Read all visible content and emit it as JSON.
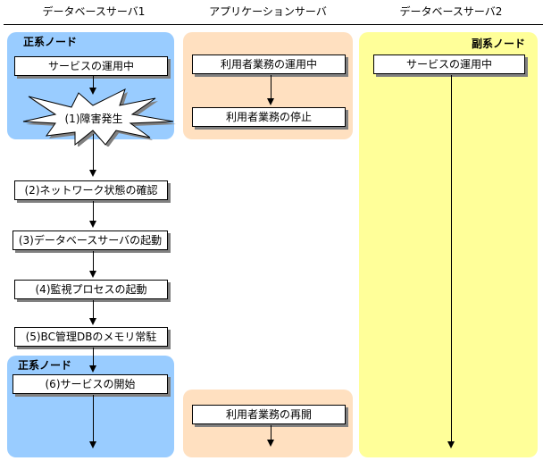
{
  "columns": [
    {
      "title": "データベースサーバ1"
    },
    {
      "title": "アプリケーションサーバ"
    },
    {
      "title": "データベースサーバ2"
    }
  ],
  "db1": {
    "primary_label_top": "正系ノード",
    "primary_label_bottom": "正系ノード",
    "steps": [
      "サービスの運用中",
      "(1)障害発生",
      "(2)ネットワーク状態の確認",
      "(3)データベースサーバの起動",
      "(4)監視プロセスの起動",
      "(5)BC管理DBのメモリ常駐",
      "(6)サービスの開始"
    ]
  },
  "app": {
    "steps": [
      "利用者業務の運用中",
      "利用者業務の停止",
      "利用者業務の再開"
    ]
  },
  "db2": {
    "secondary_label": "副系ノード",
    "steps": [
      "サービスの運用中"
    ]
  },
  "colors": {
    "primary_node": "#99ccff",
    "app_server": "#ffe0c0",
    "secondary_node": "#ffff99"
  }
}
